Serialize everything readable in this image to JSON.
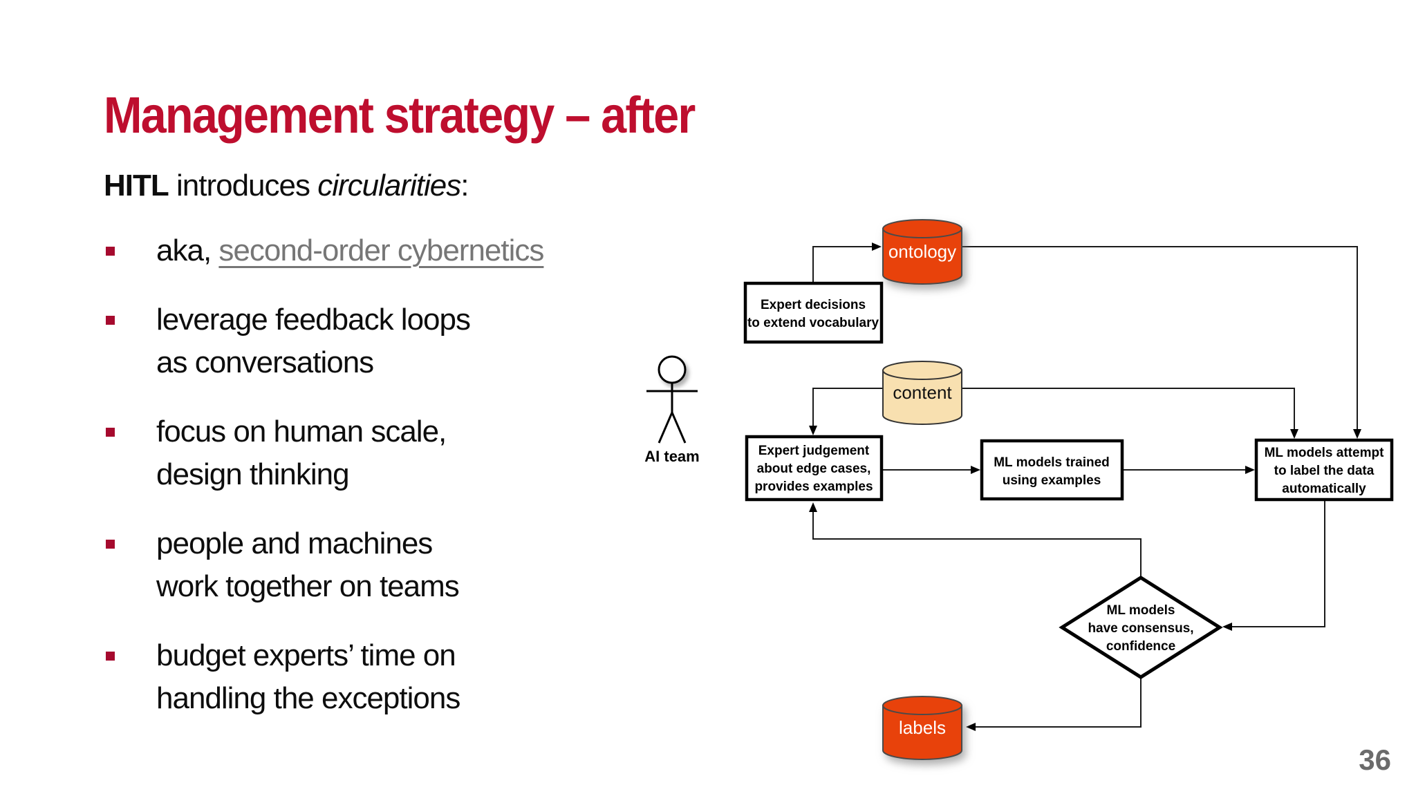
{
  "slide": {
    "title": "Management strategy – after",
    "page_number": "36"
  },
  "intro": {
    "bold": "HITL",
    "middle": " introduces ",
    "italic": "circularities",
    "tail": ":"
  },
  "bullets": {
    "b1": {
      "prefix": "aka, ",
      "link": "second-order cybernetics"
    },
    "b2": {
      "line1": "leverage feedback loops",
      "line2": "as conversations"
    },
    "b3": {
      "line1": "focus on human scale,",
      "line2": "design thinking"
    },
    "b4": {
      "line1": "people and machines",
      "line2": "work together on teams"
    },
    "b5": {
      "line1": "budget experts’ time on",
      "line2": "handling the exceptions"
    }
  },
  "diagram": {
    "actor_label": "AI team",
    "ontology_label": "ontology",
    "content_label": "content",
    "labels_label": "labels",
    "expert_decisions": {
      "line1": "Expert decisions",
      "line2": "to extend vocabulary"
    },
    "expert_judgement": {
      "line1": "Expert judgement",
      "line2": "about edge cases,",
      "line3": "provides examples"
    },
    "ml_trained": {
      "line1": "ML models trained",
      "line2": "using examples"
    },
    "ml_attempt": {
      "line1": "ML models attempt",
      "line2": "to label the data",
      "line3": "automatically"
    },
    "consensus": {
      "line1": "ML models",
      "line2": "have consensus,",
      "line3": "confidence"
    }
  },
  "colors": {
    "title_red": "#BE0E2E",
    "bullet_red": "#A60A2E",
    "cylinder_orange": "#E8420B",
    "cylinder_cream": "#F8E0B0",
    "link_gray": "#767676",
    "page_number_gray": "#6B6B6B"
  }
}
